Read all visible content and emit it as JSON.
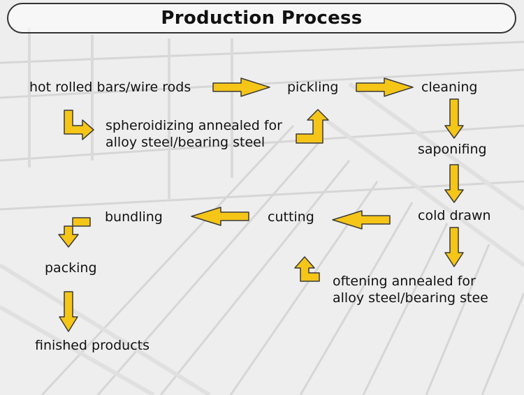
{
  "title": "Production Process",
  "colors": {
    "arrow_fill": "#f5c518",
    "arrow_stroke": "#3a3a3a",
    "background": "#efefef"
  },
  "nodes": {
    "hot_rolled": "hot rolled bars/wire rods",
    "pickling": "pickling",
    "cleaning": "cleaning",
    "spheroidizing_line1": "spheroidizing annealed for",
    "spheroidizing_line2": "alloy steel/bearing steel",
    "saponifing": "saponifing",
    "cold_drawn": "cold drawn",
    "cutting": "cutting",
    "bundling": "bundling",
    "packing": "packing",
    "softening_line1": "oftening annealed for",
    "softening_line2": "alloy steel/bearing stee",
    "finished": "finished products"
  },
  "arrow_icons": [
    "arrow-right-icon",
    "arrow-down-icon",
    "arrow-left-icon",
    "arrow-turn-right-icon",
    "arrow-turn-up-icon",
    "arrow-turn-down-icon"
  ]
}
